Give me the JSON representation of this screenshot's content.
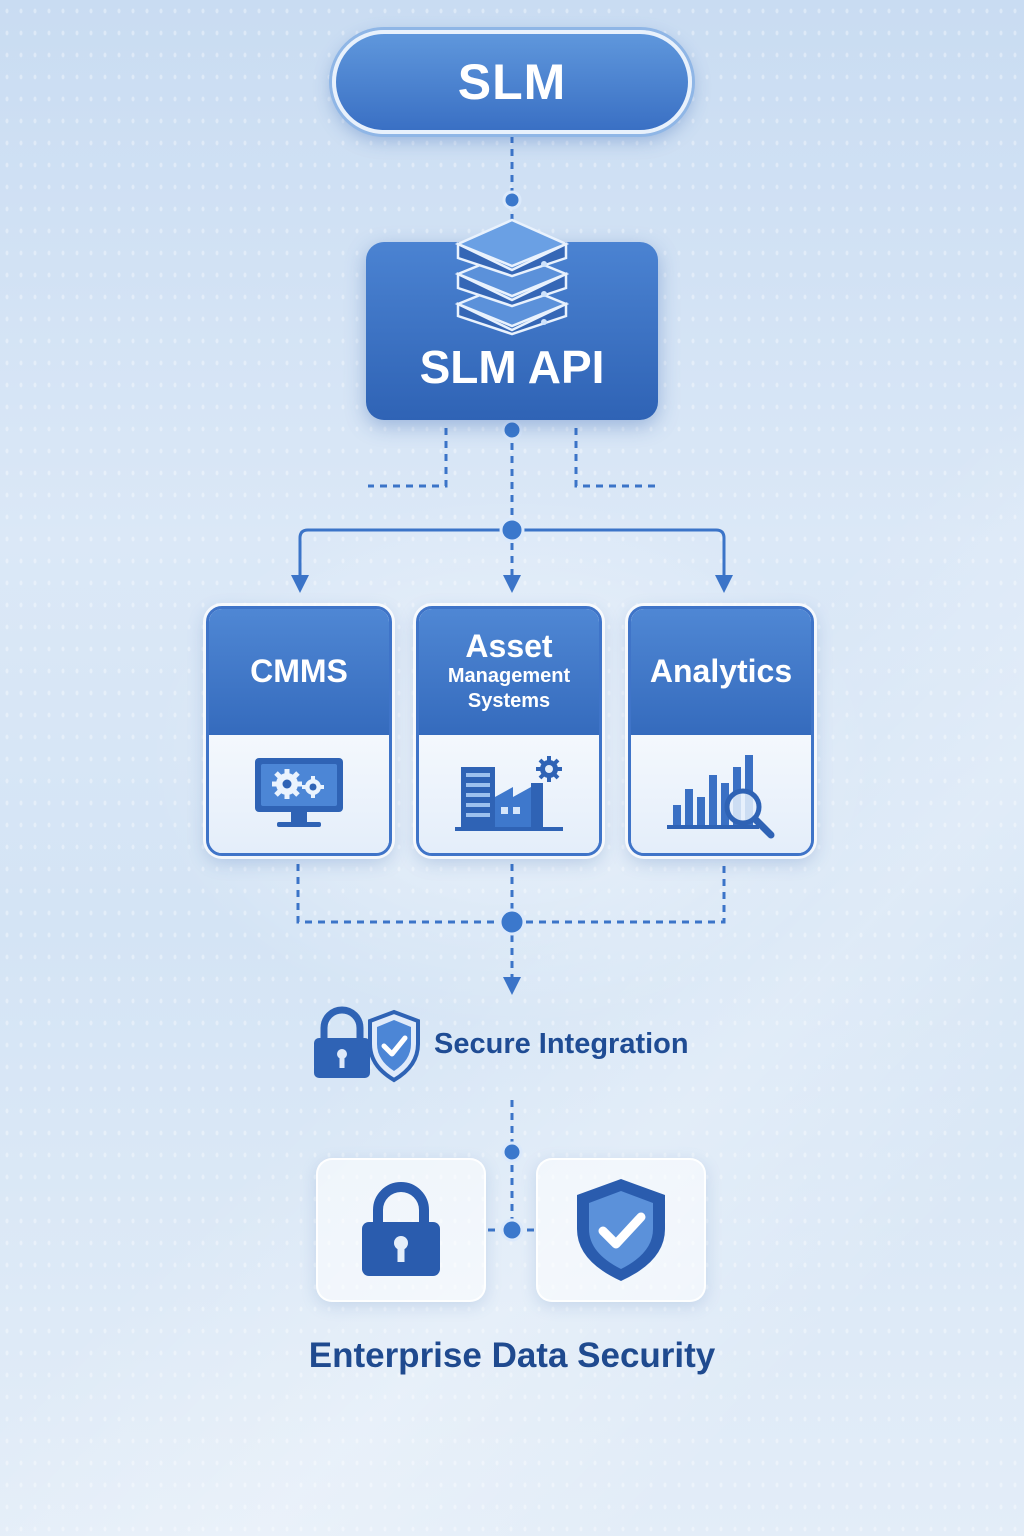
{
  "top": {
    "label": "SLM"
  },
  "api": {
    "label": "SLM API",
    "icon": "server-stack-icon"
  },
  "systems": [
    {
      "title": "CMMS",
      "subtitle": "",
      "icon": "monitor-gears-icon"
    },
    {
      "title": "Asset",
      "subtitle": "Management Systems",
      "subtitle_line1": "Management",
      "subtitle_line2": "Systems",
      "icon": "factory-gear-icon"
    },
    {
      "title": "Analytics",
      "subtitle": "",
      "icon": "bar-chart-magnifier-icon"
    }
  ],
  "integration": {
    "label": "Secure Integration",
    "icons": [
      "padlock-icon",
      "shield-check-icon"
    ]
  },
  "security": {
    "label": "Enterprise Data Security",
    "icons": [
      "padlock-icon",
      "shield-check-icon"
    ]
  },
  "colors": {
    "primary": "#3a70c4",
    "dark_text": "#1f4a8f",
    "connector": "#3b74c8"
  }
}
